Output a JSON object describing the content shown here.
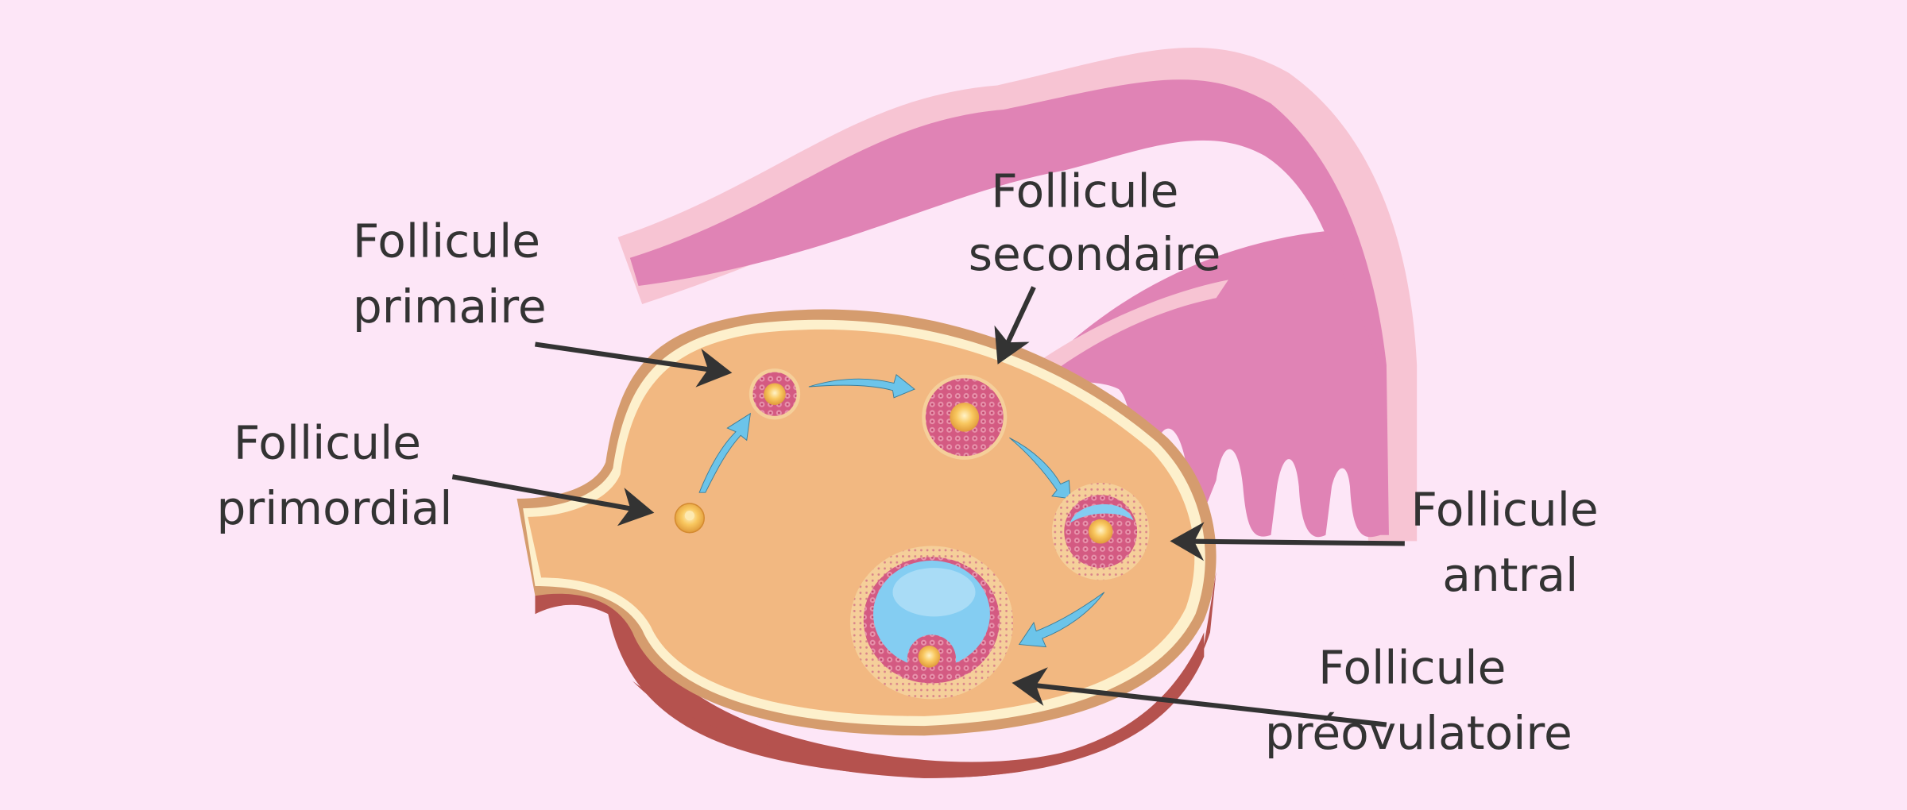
{
  "labels": {
    "primordial": {
      "line1": "Follicule",
      "line2": "primordial"
    },
    "primaire": {
      "line1": "Follicule",
      "line2": "primaire"
    },
    "secondaire": {
      "line1": "Follicule",
      "line2": "secondaire"
    },
    "antral": {
      "line1": "Follicule",
      "line2": "antral"
    },
    "preovulatoire": {
      "line1": "Follicule",
      "line2": "préovulatoire"
    }
  },
  "colors": {
    "background": "#fde6f7",
    "tube_outer": "#f7c4d3",
    "tube_inner": "#e083b5",
    "ovary": "#f2b881",
    "ovary_rim": "#fdf0cc",
    "ovary_base": "#b5524e",
    "follicle_cells": "#d45a82",
    "antrum": "#84cdf2",
    "oocyte": "#f7c25a",
    "progress_arrow": "#6cc4ea",
    "pointer": "#333333"
  }
}
